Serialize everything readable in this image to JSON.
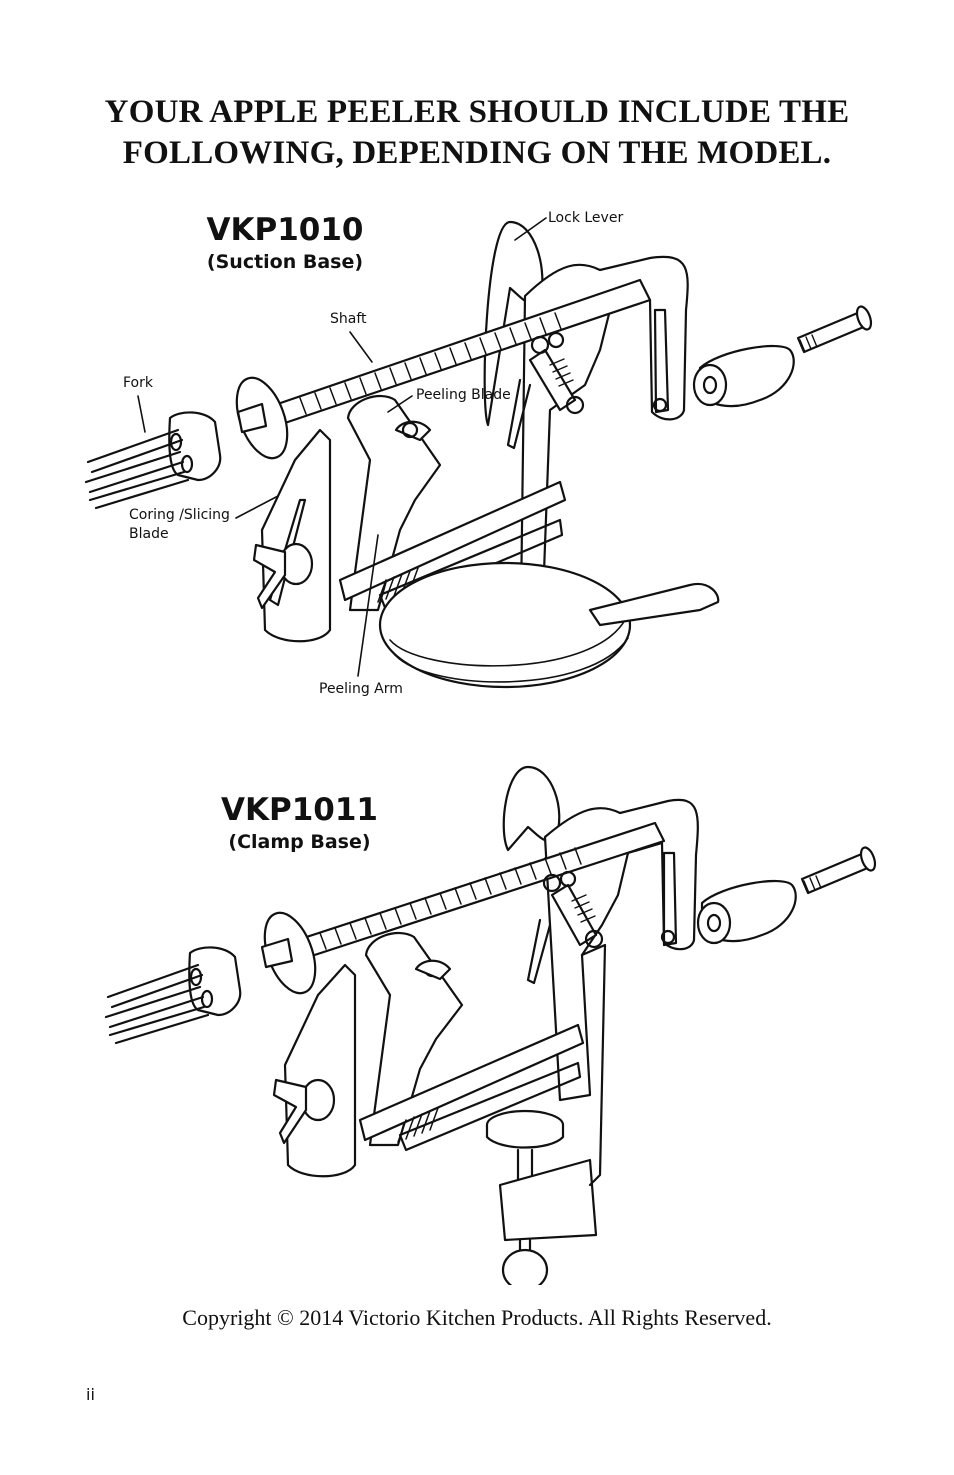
{
  "heading": {
    "line1": "YOUR APPLE PEELER SHOULD INCLUDE THE",
    "line2": "FOLLOWING, DEPENDING ON THE MODEL."
  },
  "models": [
    {
      "name": "VKP1010",
      "base": "(Suction Base)",
      "labels": {
        "lock_lever": "Lock Lever",
        "shaft": "Shaft",
        "fork": "Fork",
        "peeling_blade": "Peeling Blade",
        "coring_slicing_blade_line1": "Coring /Slicing",
        "coring_slicing_blade_line2": "Blade",
        "peeling_arm": "Peeling Arm"
      }
    },
    {
      "name": "VKP1011",
      "base": "(Clamp Base)"
    }
  ],
  "copyright": "Copyright © 2014 Victorio Kitchen Products. All Rights Reserved.",
  "page_number": "ii",
  "colors": {
    "ink": "#111111",
    "background": "#ffffff"
  }
}
